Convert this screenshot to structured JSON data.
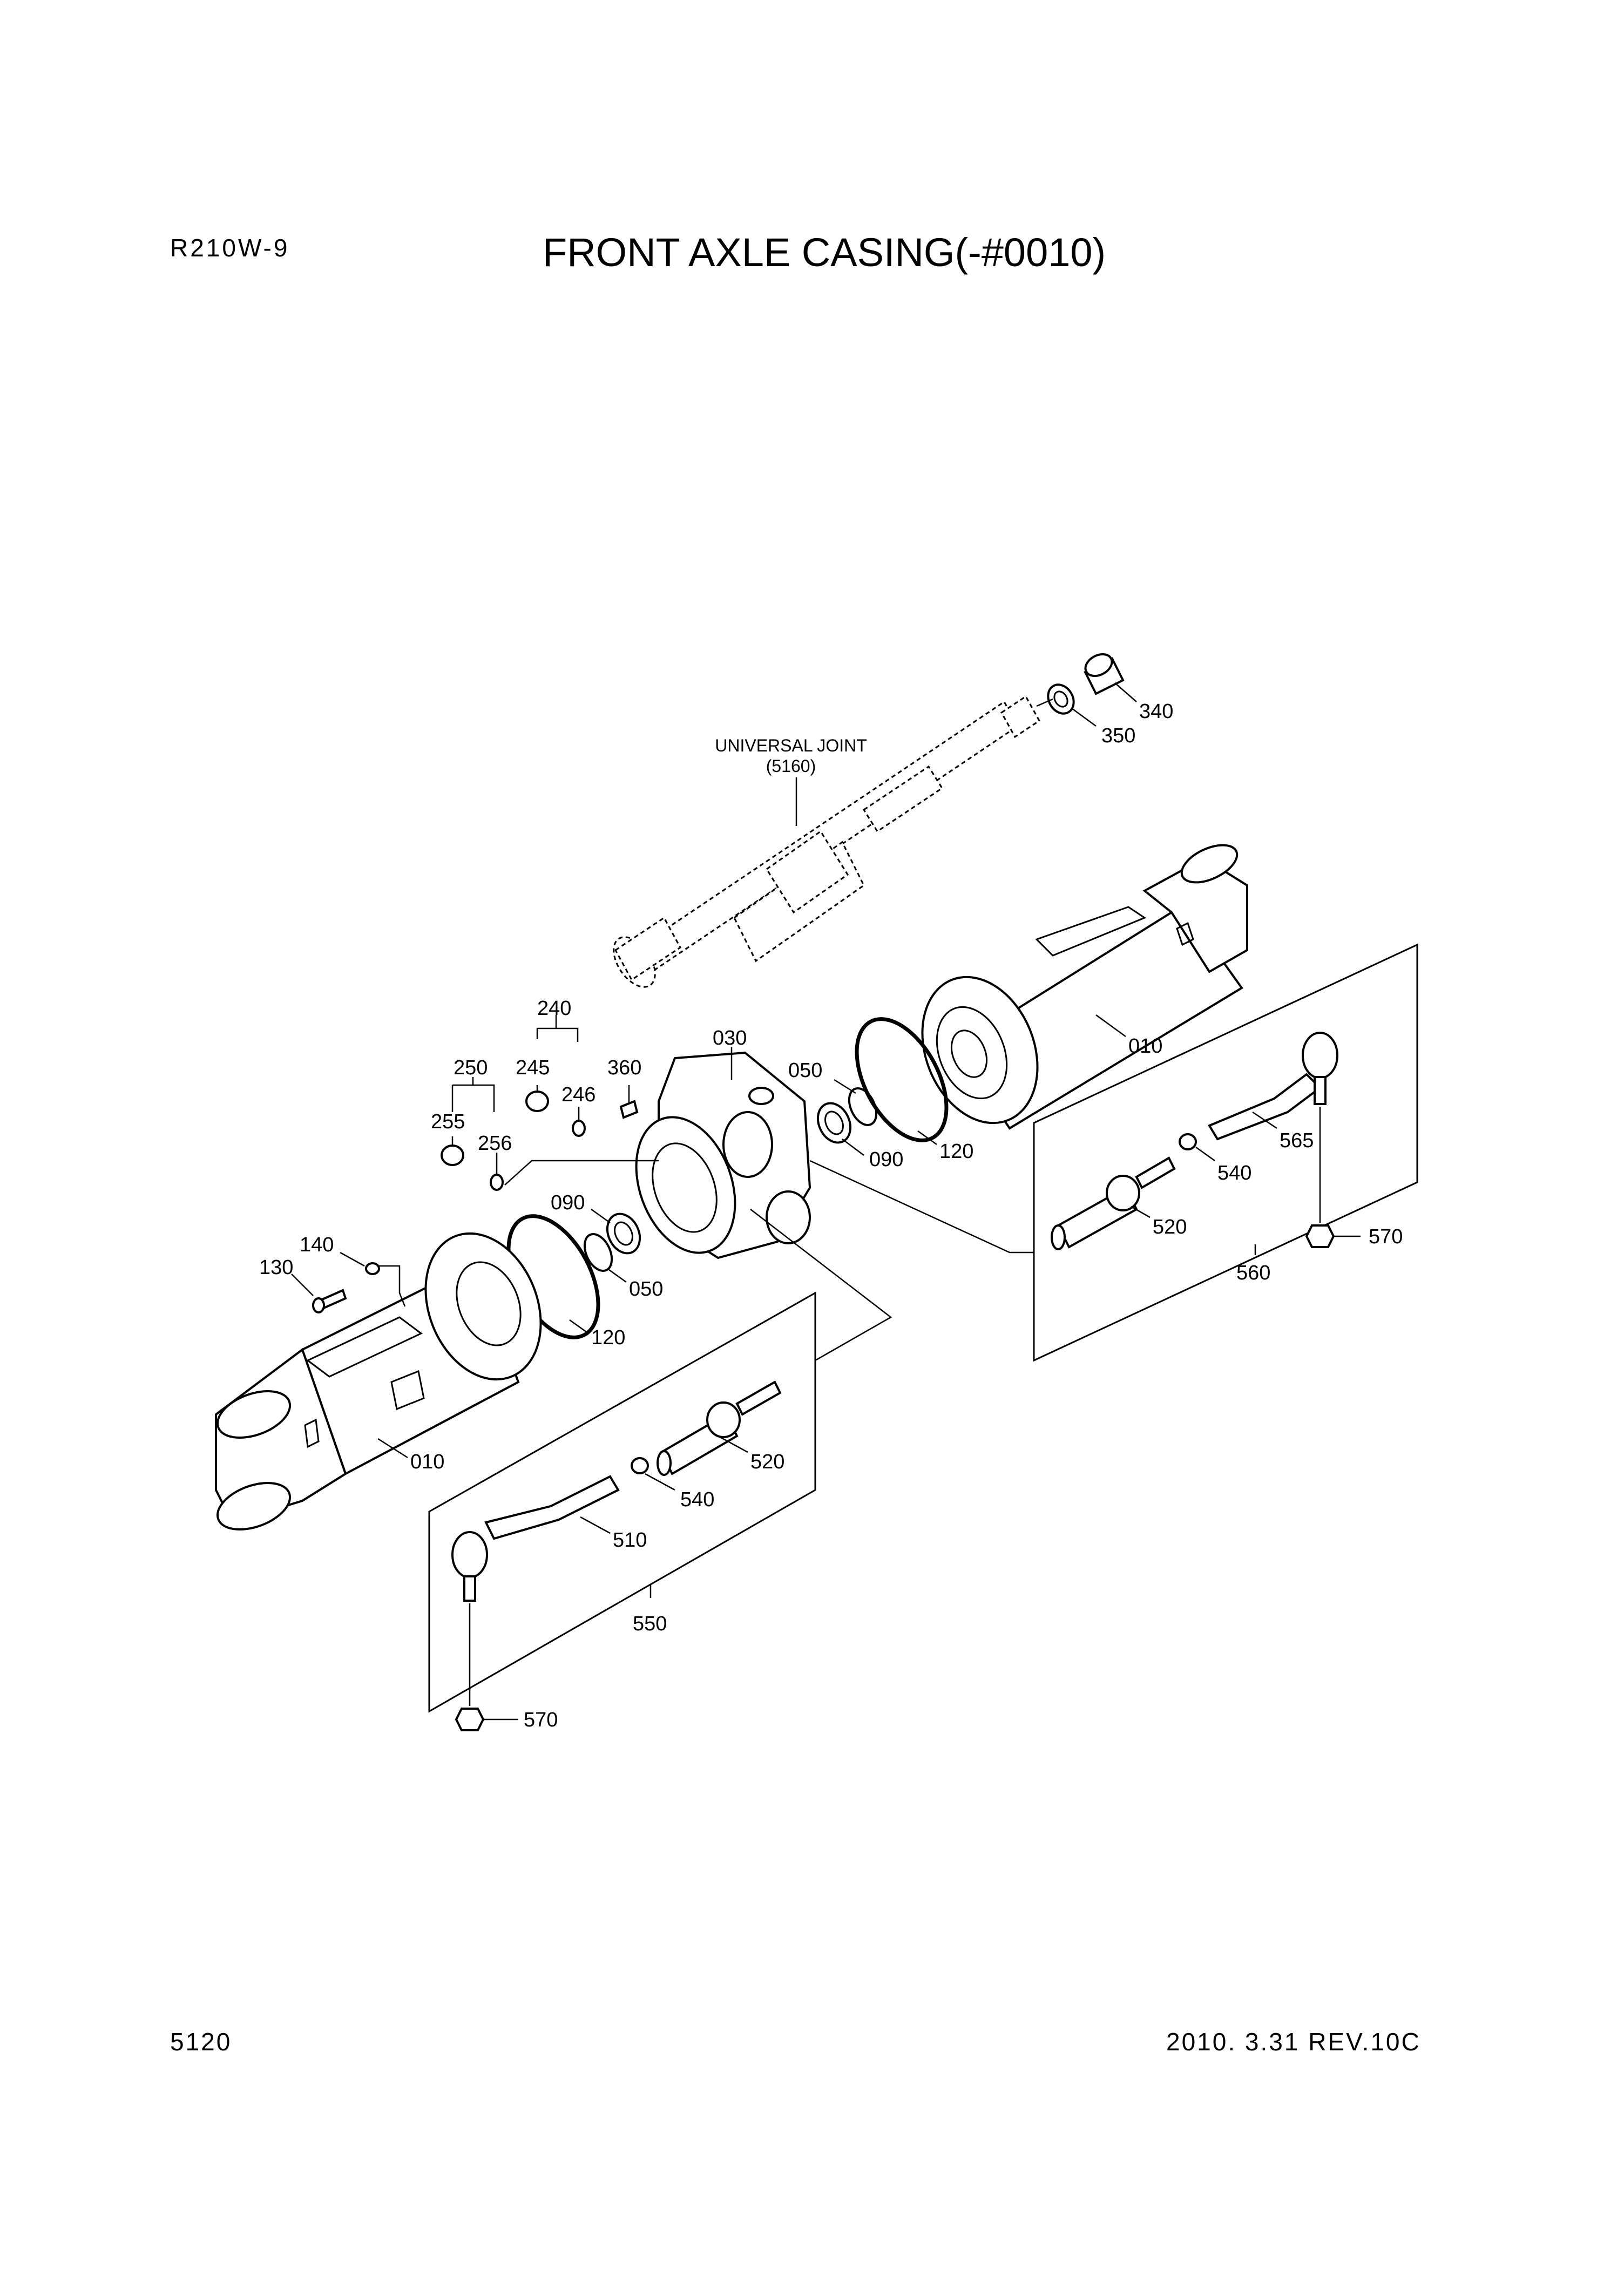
{
  "header": {
    "model": "R210W-9",
    "title": "FRONT AXLE CASING(-#0010)"
  },
  "footer": {
    "page_number": "5120",
    "revision": "2010. 3.31  REV.10C"
  },
  "callouts": {
    "universal_joint": {
      "name": "UNIVERSAL JOINT",
      "ref": "(5160)"
    },
    "p340": "340",
    "p350": "350",
    "p010_right": "010",
    "p010_left": "010",
    "p030": "030",
    "p050_right": "050",
    "p050_left": "050",
    "p090_right": "090",
    "p090_left": "090",
    "p120_right": "120",
    "p120_left": "120",
    "p130": "130",
    "p140": "140",
    "p240": "240",
    "p245": "245",
    "p246": "246",
    "p250": "250",
    "p255": "255",
    "p256": "256",
    "p360": "360",
    "p510": "510",
    "p520_right": "520",
    "p520_left": "520",
    "p540_right": "540",
    "p540_left": "540",
    "p550": "550",
    "p560": "560",
    "p565": "565",
    "p570_right": "570",
    "p570_left": "570"
  }
}
